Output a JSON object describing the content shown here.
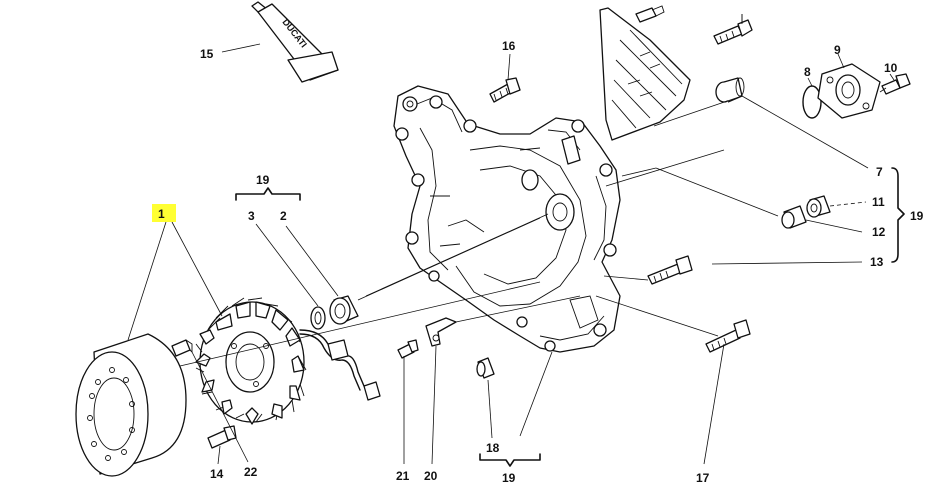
{
  "callouts": [
    {
      "id": "c1",
      "text": "1",
      "highlighted": true
    },
    {
      "id": "c2",
      "text": "2"
    },
    {
      "id": "c3",
      "text": "3"
    },
    {
      "id": "c7",
      "text": "7"
    },
    {
      "id": "c8",
      "text": "8"
    },
    {
      "id": "c9",
      "text": "9"
    },
    {
      "id": "c10",
      "text": "10"
    },
    {
      "id": "c11",
      "text": "11"
    },
    {
      "id": "c12",
      "text": "12"
    },
    {
      "id": "c13",
      "text": "13"
    },
    {
      "id": "c14",
      "text": "14"
    },
    {
      "id": "c15",
      "text": "15"
    },
    {
      "id": "c16",
      "text": "16"
    },
    {
      "id": "c17",
      "text": "17"
    },
    {
      "id": "c18",
      "text": "18"
    },
    {
      "id": "c19a",
      "text": "19"
    },
    {
      "id": "c19b",
      "text": "19"
    },
    {
      "id": "c19c",
      "text": "19"
    },
    {
      "id": "c20",
      "text": "20"
    },
    {
      "id": "c21",
      "text": "21"
    },
    {
      "id": "c22",
      "text": "22"
    }
  ],
  "tube_brand": "DUCATI",
  "colors": {
    "highlight": "#ffff33",
    "line": "#111111"
  }
}
